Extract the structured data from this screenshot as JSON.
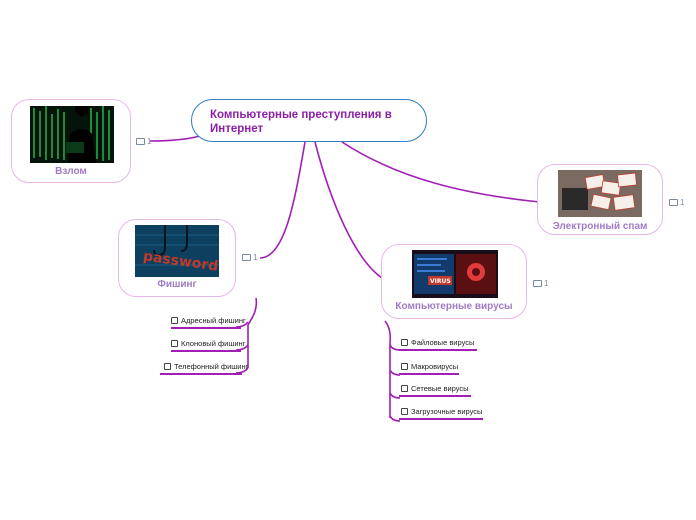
{
  "central": {
    "title": "Компьютерные преступления в Интернет"
  },
  "nodes": {
    "vzlom": {
      "label": "Взлом",
      "comment": "1"
    },
    "phishing": {
      "label": "Фишинг",
      "comment": "1"
    },
    "spam": {
      "label": "Электронный спам",
      "comment": "1"
    },
    "viruses": {
      "label": "Компьютерные вирусы",
      "comment": "1"
    }
  },
  "phishing_items": [
    "Адресный фишинг",
    "Клоновый фишинг",
    "Телефонный фишинг"
  ],
  "virus_items": [
    "Файловые вирусы",
    "Макровирусы",
    "Сетевые вирусы",
    "Загрузочные вирусы"
  ],
  "image_text": {
    "password": "password",
    "virus": "VIRUS"
  },
  "colors": {
    "branch": "#a21fb5",
    "node_border": "#e7b6ea",
    "central_border": "#2f7ec2",
    "title": "#8b1fa8"
  }
}
